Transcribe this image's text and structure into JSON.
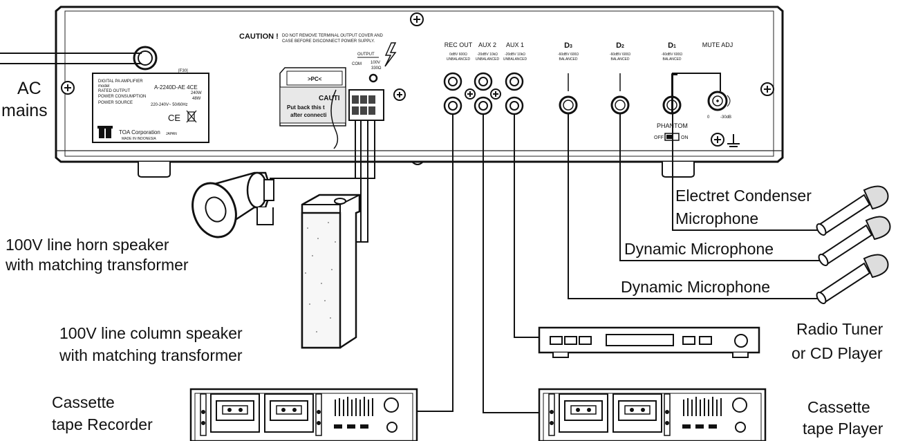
{
  "amplifier": {
    "caution": {
      "head": "CAUTION !",
      "line1": "DO NOT REMOVE TERMINAL OUTPUT COVER AND",
      "line2": "CASE BEFORE DISCONNECT POWER SUPPLY."
    },
    "output": {
      "label": "OUTPUT",
      "com": "COM",
      "v100": "100V",
      "ohm": "330Ω"
    },
    "cover": {
      "pc": ">PC<",
      "caution": "CAUTI",
      "line1": "Put back this t",
      "line2": "after connecti"
    },
    "plate": {
      "code": "[F30]",
      "title": "DIGITAL PA AMPLIFIER",
      "model_key": "model",
      "model_val": "A-2240D-AE 4CE",
      "rated_key": "RATED OUTPUT",
      "rated_val": "240W",
      "cons_key": "POWER CONSUMPTION",
      "cons_val": "48W",
      "src_key": "POWER SOURCE",
      "src_val": "220-240V~ 50/60Hz",
      "ce": "CE",
      "maker": "TOA Corporation",
      "japan": "JAPAN",
      "made": "MADE IN INDONESIA"
    },
    "rec_out": {
      "label": "REC OUT",
      "spec1": "0dBV 600Ω",
      "spec2": "UNBALANCED"
    },
    "aux2": {
      "label": "AUX 2",
      "spec1": "-20dBV 10kΩ",
      "spec2": "UNBALANCED"
    },
    "aux1": {
      "label": "AUX 1",
      "spec1": "-20dBV 10kΩ",
      "spec2": "UNBALANCED"
    },
    "d3": {
      "label": "D",
      "num": "3",
      "spec1": "-60dBV 600Ω",
      "spec2": "BALANCED"
    },
    "d2": {
      "label": "D",
      "num": "2",
      "spec1": "-60dBV 600Ω",
      "spec2": "BALANCED"
    },
    "d1": {
      "label": "D",
      "num": "1",
      "spec1": "-60dBV 600Ω",
      "spec2": "BALANCED"
    },
    "mute_adj": "MUTE ADJ",
    "mute_min": "0",
    "mute_max": "-30dB",
    "phantom": {
      "label": "PHANTOM",
      "off": "OFF",
      "on": "ON"
    }
  },
  "labels": {
    "ac_line1": "AC",
    "ac_line2": "mains",
    "horn_line1": "100V line horn speaker",
    "horn_line2": "with matching transformer",
    "column_line1": "100V line column speaker",
    "column_line2": "with matching transformer",
    "recorder_line1": "Cassette",
    "recorder_line2": "tape Recorder",
    "electret_line1": "Electret Condenser",
    "electret_line2": "Microphone",
    "dynamic_mic_1": "Dynamic Microphone",
    "dynamic_mic_2": "Dynamic Microphone",
    "tuner_line1": "Radio Tuner",
    "tuner_line2": "or CD Player",
    "player_line1": "Cassette",
    "player_line2": "tape Player"
  }
}
